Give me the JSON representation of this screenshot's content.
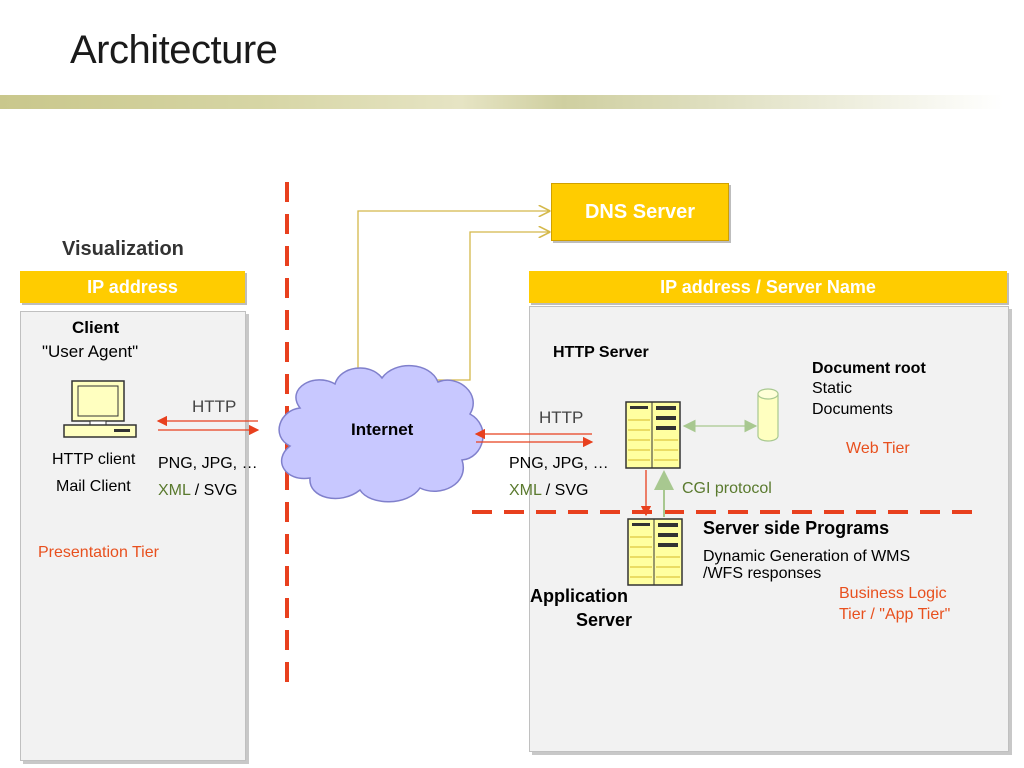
{
  "title": "Architecture",
  "dns_server": "DNS Server",
  "left": {
    "heading": "Visualization",
    "header": "IP address",
    "client": "Client",
    "user_agent": "\"User Agent\"",
    "http": "HTTP",
    "http_client": "HTTP client",
    "mail_client": "Mail Client",
    "formats_line1": "PNG, JPG, …",
    "formats_xml": "XML",
    "formats_sep": " / ",
    "formats_svg": "SVG",
    "tier": "Presentation Tier"
  },
  "internet": "Internet",
  "right": {
    "header": "IP address / Server Name",
    "http_server": "HTTP Server",
    "http": "HTTP",
    "doc_root": "Document root",
    "static": "Static",
    "documents": "Documents",
    "web_tier": "Web Tier",
    "formats_line1": "PNG, JPG, …",
    "formats_xml": "XML",
    "formats_sep": " / ",
    "formats_svg": "SVG",
    "cgi": "CGI protocol",
    "ssp_title": "Server side Programs",
    "ssp_desc1": "Dynamic Generation of WMS",
    "ssp_desc2": "/WFS responses",
    "blt1": "Business Logic",
    "blt2": "Tier / \"App Tier\"",
    "app1": "Application",
    "app2": "Server"
  },
  "colors": {
    "accent_yellow": "#ffcc00",
    "dashed_red": "#e8401e",
    "tier_red": "#e8501e",
    "cloud": "#c8c8ff",
    "arrow_green": "#a8c890",
    "connector_gold": "#d4b84a"
  }
}
